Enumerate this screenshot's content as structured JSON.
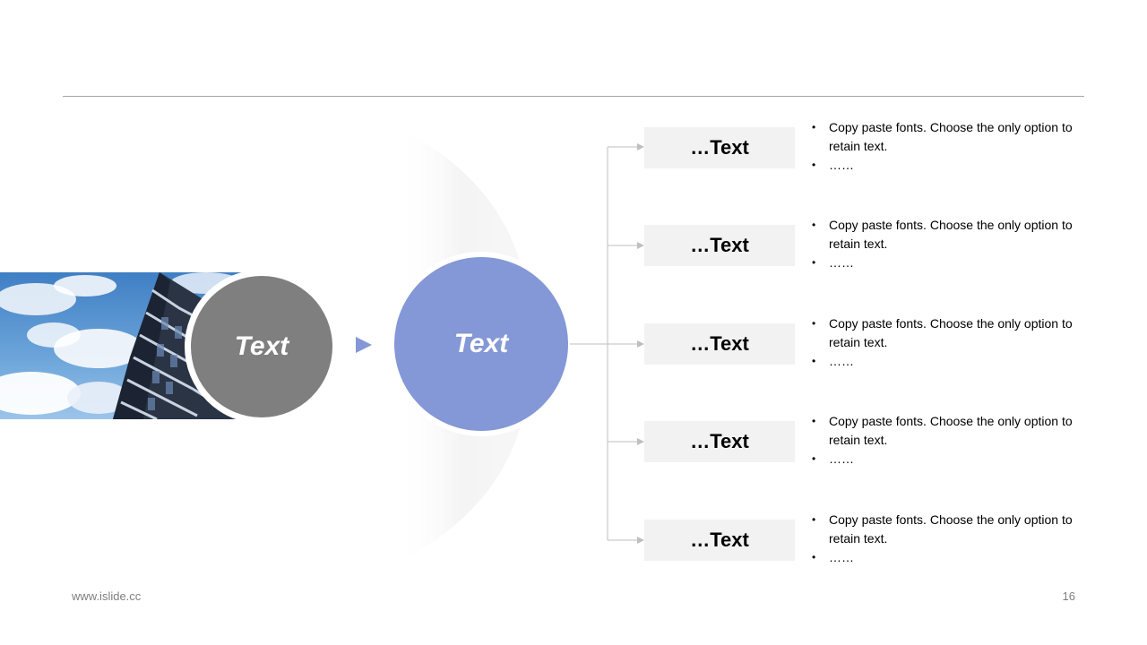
{
  "colors": {
    "accent_blue": "#8497d6",
    "gray_circle": "#7f7f7f",
    "box_fill": "#f2f2f2",
    "rule": "#a6a6a6",
    "connector": "#bfbfbf"
  },
  "diagram": {
    "source_label": "Text",
    "center_label": "Text",
    "branches": [
      {
        "title": "…Text",
        "bullets": [
          "Copy paste fonts. Choose the only option to retain text.",
          "……"
        ]
      },
      {
        "title": "…Text",
        "bullets": [
          "Copy paste fonts. Choose the only option to retain text.",
          "……"
        ]
      },
      {
        "title": "…Text",
        "bullets": [
          "Copy paste fonts. Choose the only option to retain text.",
          "……"
        ]
      },
      {
        "title": "…Text",
        "bullets": [
          "Copy paste fonts. Choose the only option to retain text.",
          "……"
        ]
      },
      {
        "title": "…Text",
        "bullets": [
          "Copy paste fonts. Choose the only option to retain text.",
          "……"
        ]
      }
    ]
  },
  "footer": {
    "url": "www.islide.cc",
    "page_number": "16"
  },
  "icons": {
    "flow_arrow": "play-triangle-icon",
    "photo": "building-sky-photo"
  }
}
